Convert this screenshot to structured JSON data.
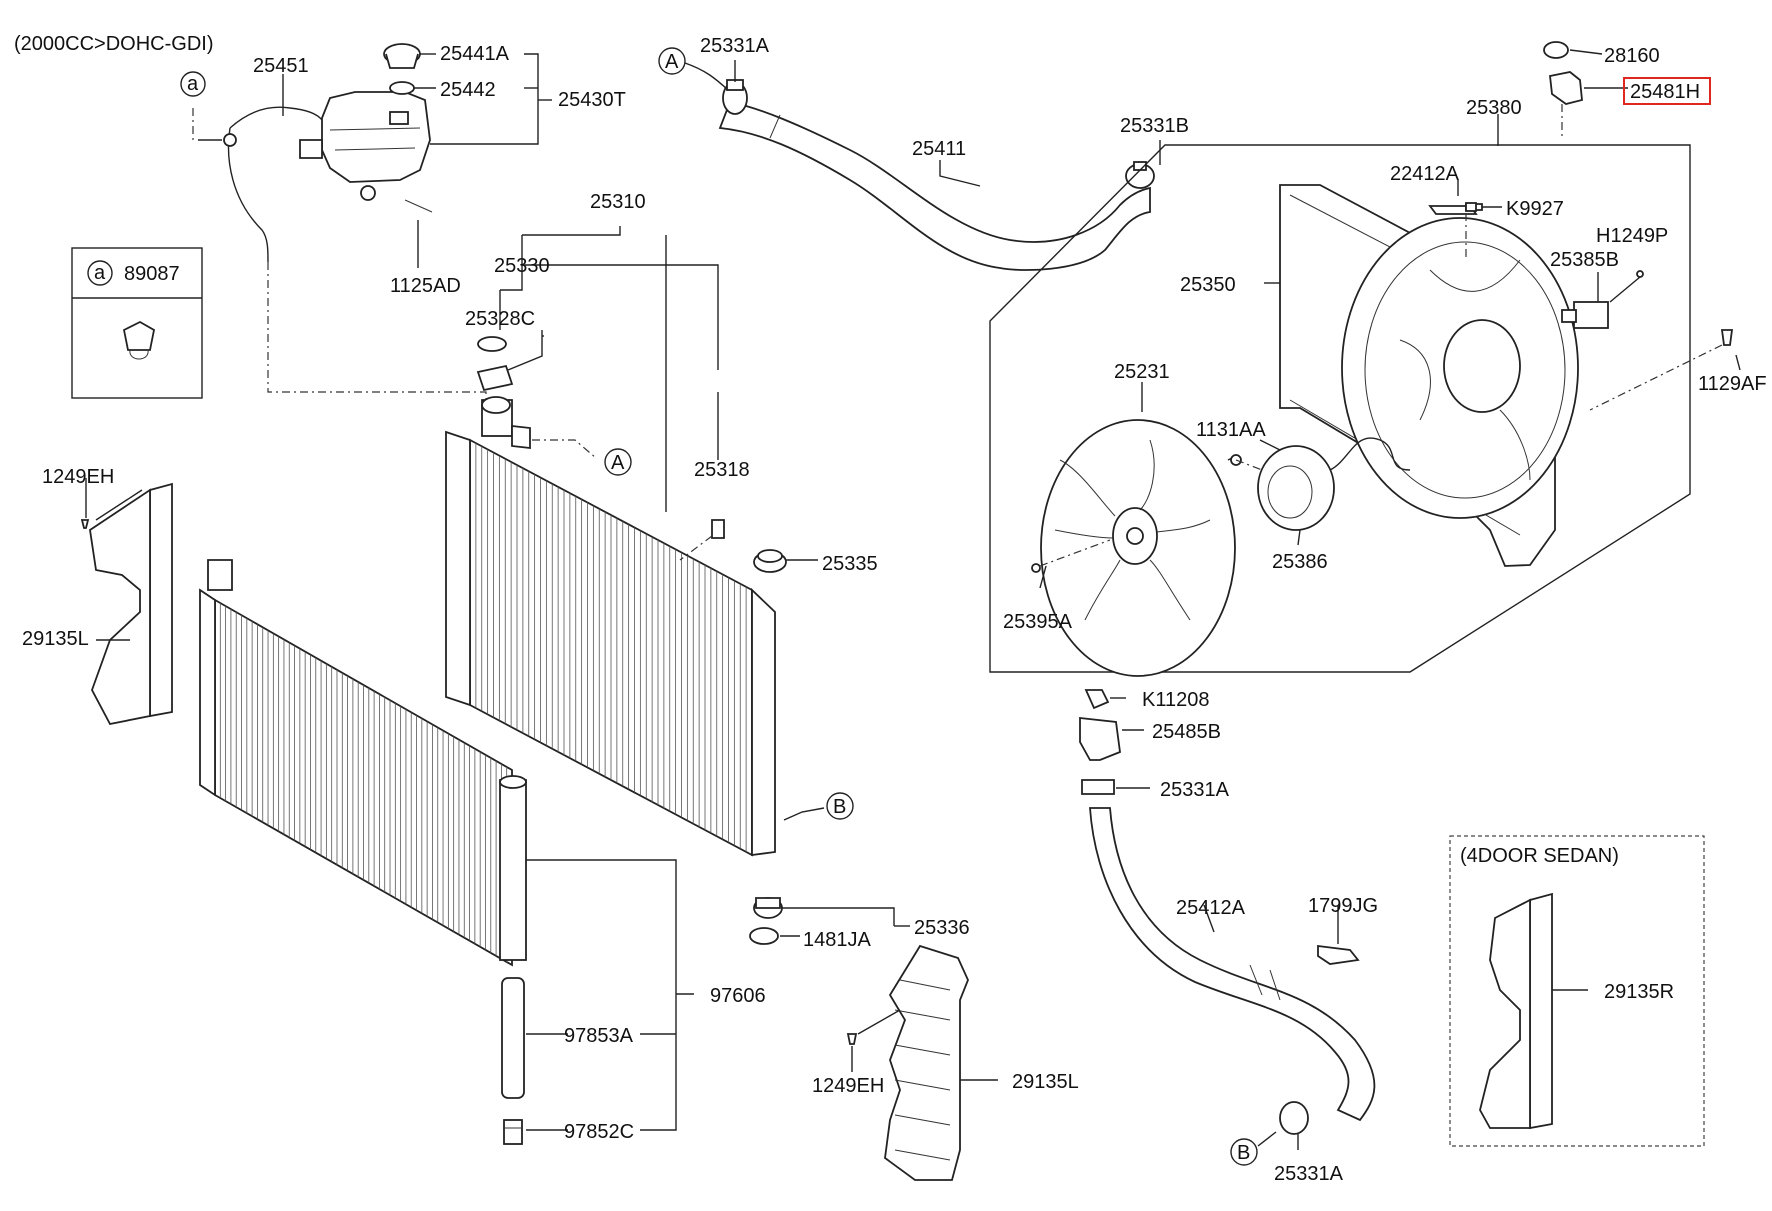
{
  "header": {
    "engine_note": "(2000CC>DOHC-GDI)"
  },
  "legend_box": {
    "ref": "a",
    "part": "89087"
  },
  "sedan_box": {
    "title": "(4DOOR SEDAN)",
    "part": "29135R"
  },
  "ref_markers": {
    "a": "a",
    "A": "A",
    "B": "B"
  },
  "highlight_part": "25481H",
  "parts": {
    "p25451": "25451",
    "p25441A": "25441A",
    "p25442": "25442",
    "p25430T": "25430T",
    "p1125AD": "1125AD",
    "p25331A_top": "25331A",
    "p25411": "25411",
    "p25331B": "25331B",
    "p28160": "28160",
    "p25481H": "25481H",
    "p25380": "25380",
    "p22412A": "22412A",
    "pK9927": "K9927",
    "pH1249P": "H1249P",
    "p25385B": "25385B",
    "p25350": "25350",
    "p1129AF": "1129AF",
    "p25231": "25231",
    "p1131AA": "1131AA",
    "p25386": "25386",
    "p25395A": "25395A",
    "p25310": "25310",
    "p25330": "25330",
    "p25328C": "25328C",
    "p25318": "25318",
    "p25335": "25335",
    "p1249EH_left": "1249EH",
    "p29135L_left": "29135L",
    "pK11208": "K11208",
    "p25485B": "25485B",
    "p25331A_mid": "25331A",
    "p25412A": "25412A",
    "p1799JG": "1799JG",
    "p25336": "25336",
    "p1481JA": "1481JA",
    "p97606": "97606",
    "p97853A": "97853A",
    "p97852C": "97852C",
    "p1249EH_bot": "1249EH",
    "p29135L_bot": "29135L",
    "p25331A_bot": "25331A"
  }
}
